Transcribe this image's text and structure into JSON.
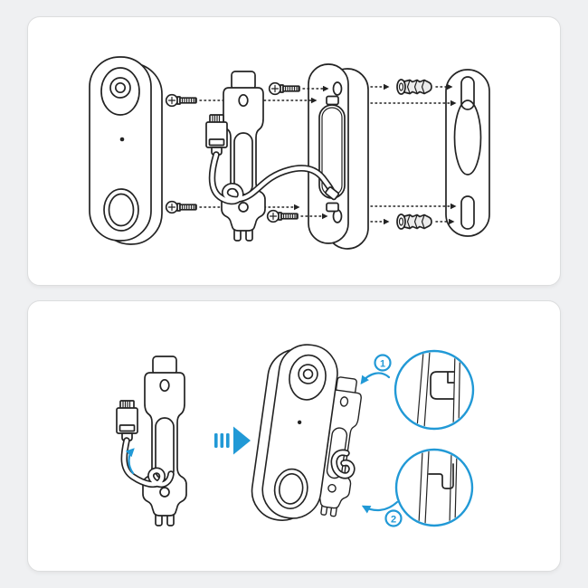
{
  "colors": {
    "page_bg": "#eff0f2",
    "panel_bg": "#ffffff",
    "panel_border": "#dcddde",
    "line": "#232323",
    "accent": "#2199d6"
  },
  "top_panel": {
    "description": "exploded-assembly-view",
    "parts": [
      "doorbell",
      "mounting-screws",
      "mounting-bracket",
      "ethernet-cable",
      "back-plate",
      "wall-anchors",
      "wedge-plate"
    ]
  },
  "bottom_panel": {
    "description": "mounting-steps-view",
    "step1_label": "1",
    "step2_label": "2",
    "parts": [
      "mounting-bracket",
      "ethernet-cable",
      "proceed-arrow",
      "doorbell-on-bracket",
      "hook-detail-top",
      "hook-detail-bottom"
    ]
  }
}
